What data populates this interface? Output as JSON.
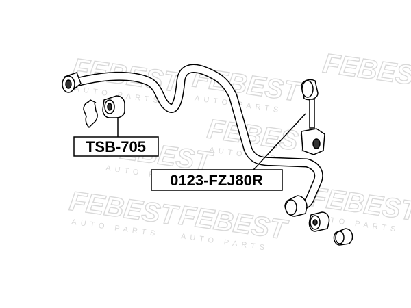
{
  "watermark": {
    "logo_text": "FEBEST",
    "sub_text": "AUTO PARTS",
    "color": "#d9d9d9"
  },
  "labels": {
    "bushing_part_number": "TSB-705",
    "link_part_number": "0123-FZJ80R"
  },
  "colors": {
    "line": "#000000",
    "background": "#ffffff"
  }
}
